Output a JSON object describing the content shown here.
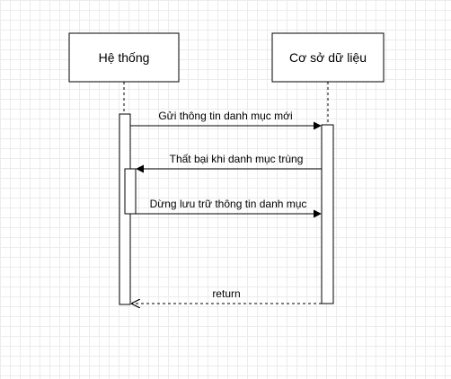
{
  "participants": {
    "system": {
      "label": "Hệ thống"
    },
    "database": {
      "label": "Cơ sở dữ liệu"
    }
  },
  "messages": [
    {
      "text": "Gửi thông tin danh mục mới",
      "kind": "sync"
    },
    {
      "text": "Thất bại khi danh mục trùng",
      "kind": "sync"
    },
    {
      "text": "Dừng lưu trữ thông tin danh mục",
      "kind": "sync"
    },
    {
      "text": "return",
      "kind": "return"
    }
  ]
}
